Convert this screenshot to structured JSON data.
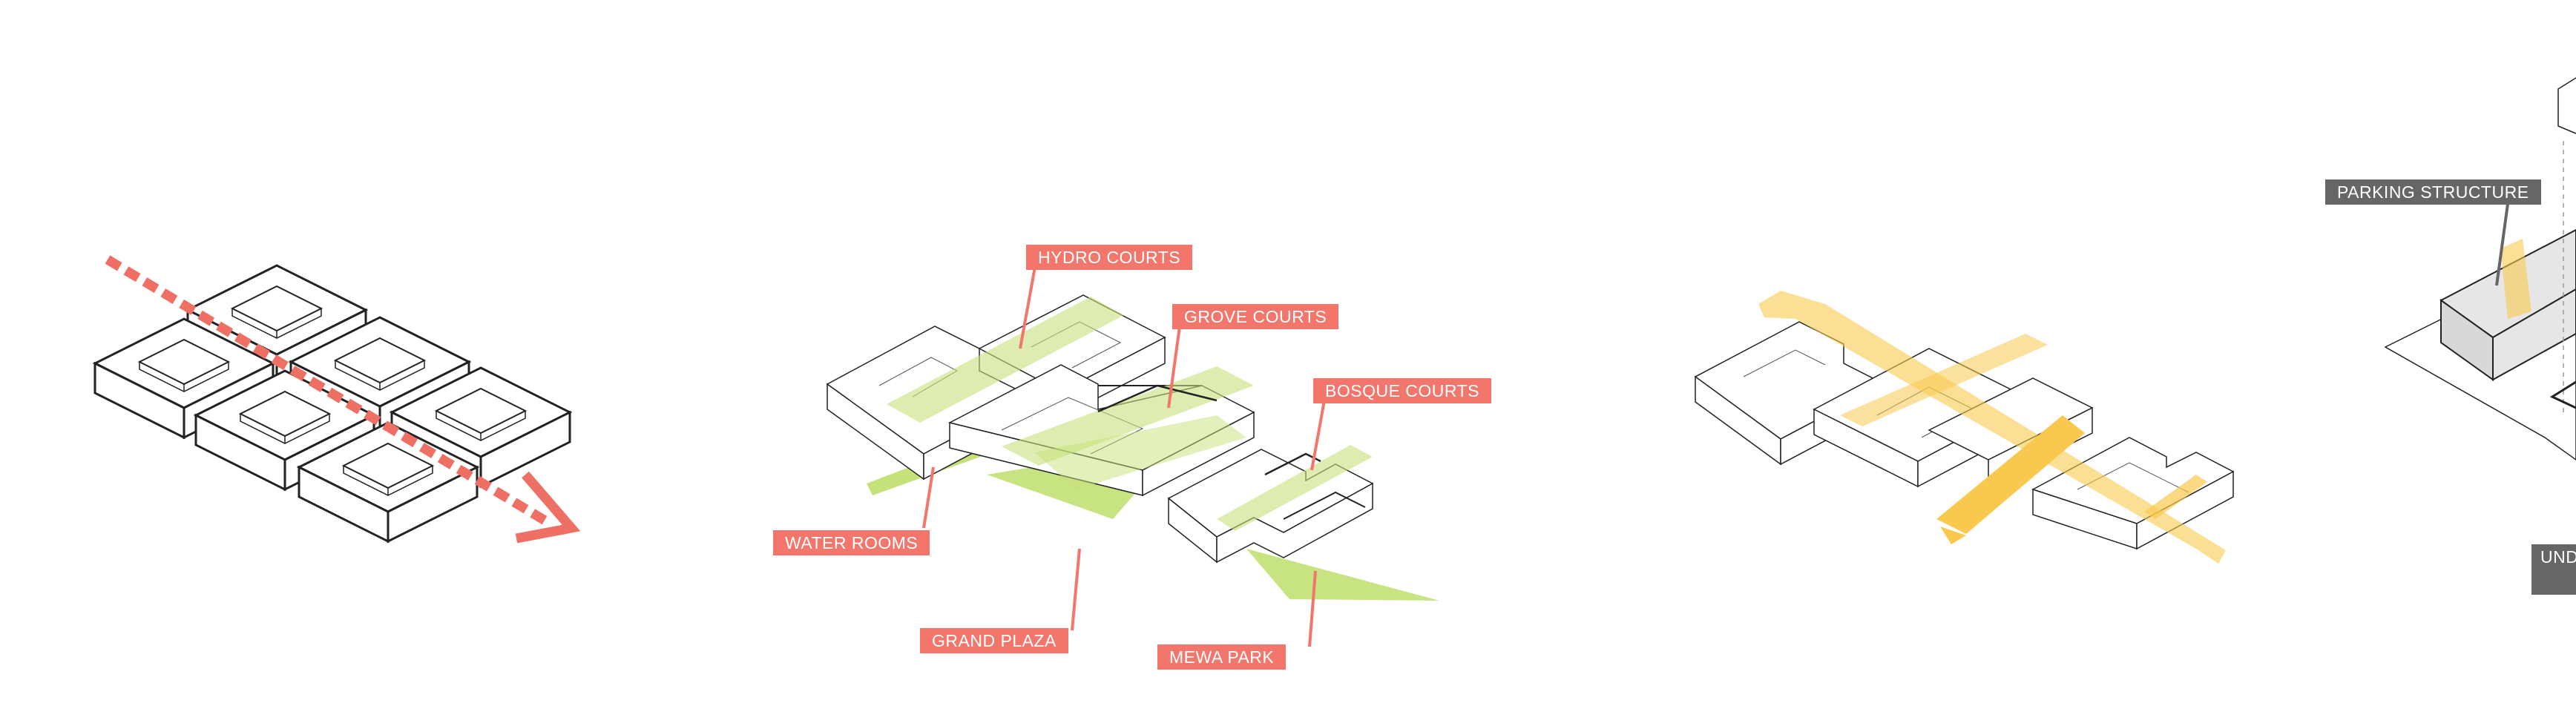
{
  "colors": {
    "label_coral": "#F2766B",
    "label_gray": "#666666",
    "route_red": "#EE6F64",
    "green_zone": "#C5E17A",
    "yellow_flow": "#F9C94F",
    "line": "#222222",
    "block_gray": "#E6E6E6"
  },
  "panel2_labels": {
    "hydro": "HYDRO COURTS",
    "grove": "GROVE COURTS",
    "bosque": "BOSQUE COURTS",
    "water": "WATER ROOMS",
    "plaza": "GRAND PLAZA",
    "mewa": "MEWA PARK"
  },
  "panel4_labels": {
    "parking": "PARKING STRUCTURE",
    "underground": "UND"
  }
}
